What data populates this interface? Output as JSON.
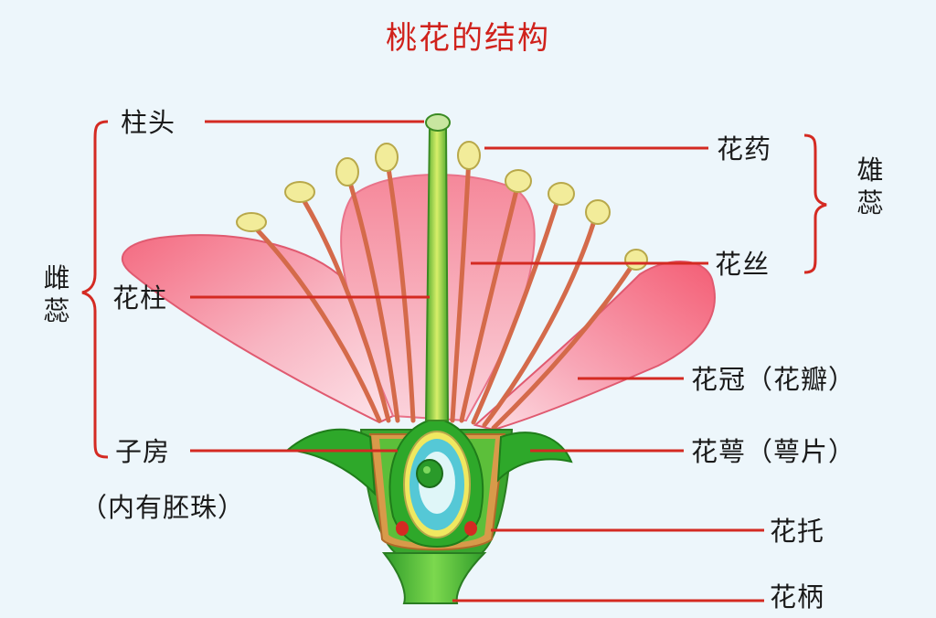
{
  "title": "桃花的结构",
  "labels": {
    "stigma": "柱头",
    "style": "花柱",
    "ovary": "子房",
    "ovary_note": "（内有胚珠）",
    "pistil": "雌蕊",
    "anther": "花药",
    "filament": "花丝",
    "stamen": "雄蕊",
    "corolla": "花冠（花瓣）",
    "calyx": "花萼（萼片）",
    "receptacle": "花托",
    "pedicel": "花柄"
  },
  "colors": {
    "leader_line": "#d42a22",
    "title": "#d0221c",
    "petal": "#f07a8c",
    "sepal": "#2ea82a",
    "anther": "#f2ec9a",
    "ovary_inner": "#55c8d6"
  }
}
